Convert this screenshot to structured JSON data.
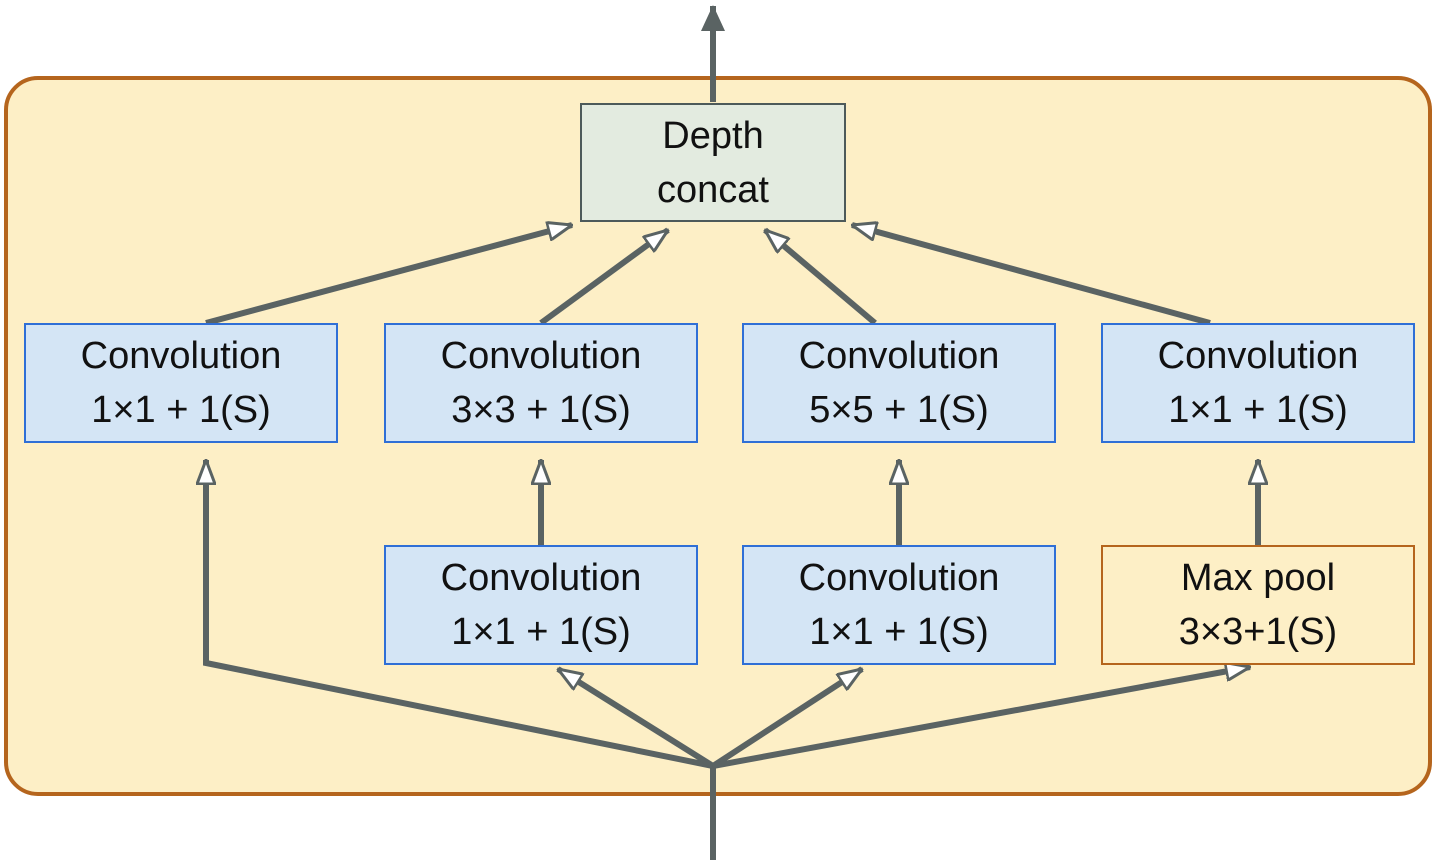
{
  "diagram": {
    "depth_concat": {
      "line1": "Depth",
      "line2": "concat"
    },
    "conv_top": [
      {
        "line1": "Convolution",
        "line2": "1×1 + 1(S)"
      },
      {
        "line1": "Convolution",
        "line2": "3×3 + 1(S)"
      },
      {
        "line1": "Convolution",
        "line2": "5×5 + 1(S)"
      },
      {
        "line1": "Convolution",
        "line2": "1×1 + 1(S)"
      }
    ],
    "conv_bottom": [
      {
        "line1": "Convolution",
        "line2": "1×1 + 1(S)"
      },
      {
        "line1": "Convolution",
        "line2": "1×1 + 1(S)"
      }
    ],
    "max_pool": {
      "line1": "Max pool",
      "line2": "3×3+1(S)"
    },
    "colors": {
      "module_fill": "#fdefc6",
      "module_border": "#b5651d",
      "conv_fill": "#d4e5f5",
      "conv_border": "#2f6fd6",
      "concat_fill": "#e3ebe0",
      "arrow": "#5a6363"
    }
  }
}
